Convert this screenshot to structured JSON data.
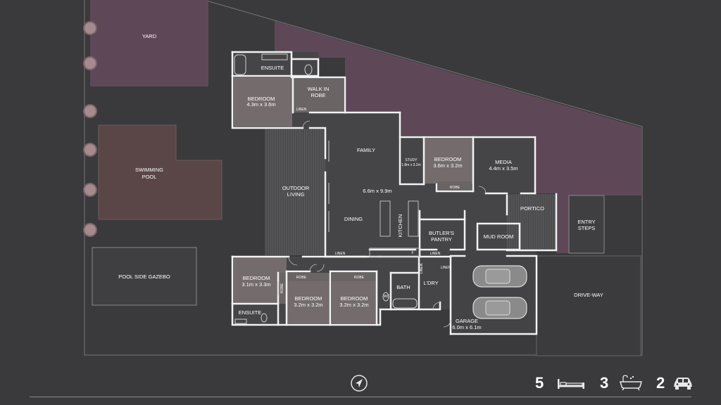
{
  "labels": {
    "yard": "YARD",
    "pool": [
      "SWIMMING",
      "POOL"
    ],
    "gazebo": "POOL SIDE GAZEBO",
    "ensuite_top": "ENSUITE",
    "bedroom_main": [
      "BEDROOM",
      "4.3m x 3.6m"
    ],
    "walk_in_robe": [
      "WALK IN",
      "ROBE"
    ],
    "linen_top": "LINEN",
    "family": "FAMILY",
    "living_dims": "6.6m x 9.9m",
    "dining": "DINING",
    "kitchen": "KITCHEN",
    "outdoor_living": [
      "OUTDOOR",
      "LIVING"
    ],
    "study": [
      "STUDY",
      "1.8m x 3.2m"
    ],
    "bedroom_2": [
      "BEDROOM",
      "3.6m x 3.2m"
    ],
    "robe_2": "ROBE",
    "media": [
      "MEDIA",
      "4.4m x 3.5m"
    ],
    "portico": "PORTICO",
    "entry_steps": [
      "ENTRY",
      "STEPS"
    ],
    "butlers_pantry": [
      "BUTLER'S",
      "PANTRY"
    ],
    "mud_room": "MUD ROOM",
    "linen_mid": "LINEN",
    "linen_pantry": "LINEN",
    "fridge": "F",
    "bedroom_3": [
      "BEDROOM",
      "3.1m x 3.3m"
    ],
    "robe_3": "ROBE",
    "ensuite_bottom": "ENSUITE",
    "robe_4": "ROBE",
    "bedroom_4": [
      "BEDROOM",
      "3.2m x 3.2m"
    ],
    "robe_5": "ROBE",
    "bedroom_5": [
      "BEDROOM",
      "3.2m x 3.2m"
    ],
    "wc": "WC",
    "bath": "BATH",
    "laundry": "L'DRY",
    "linen_laundry": "LINEN",
    "linen_garage": "LINEN",
    "garage": [
      "GARAGE",
      "6.0m x 6.1m"
    ],
    "driveway": "DRIVE-WAY"
  },
  "stats": {
    "bedrooms": "5",
    "bathrooms": "3",
    "car_spaces": "2"
  },
  "icons": {
    "compass": "compass-icon",
    "bed": "bed-icon",
    "bath": "bathtub-icon",
    "car": "car-icon"
  },
  "colors": {
    "background": "#3a3a3c",
    "interior": "#454547",
    "bedroom": "#746c6c",
    "landscape": "#5e4858",
    "pool": "#5a4646",
    "wall": "#f2f2f2",
    "deck": "#4e4e50"
  }
}
